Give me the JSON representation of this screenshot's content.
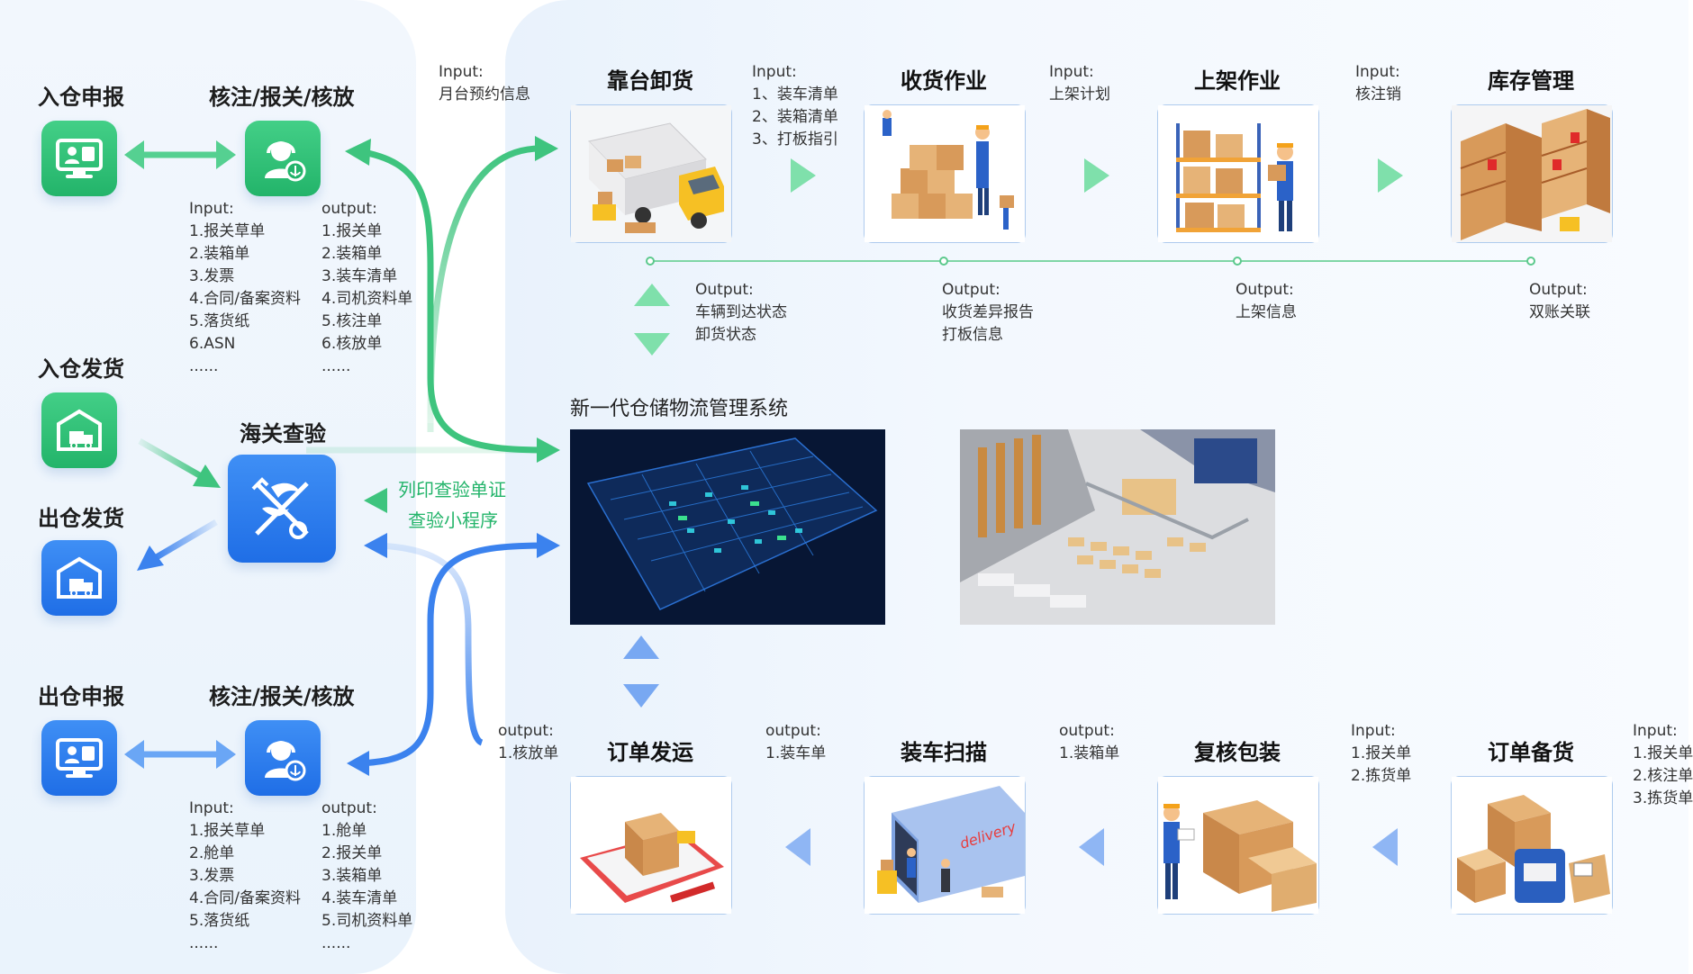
{
  "left": {
    "in_declare": "入仓申报",
    "check_top": "核注/报关/核放",
    "in_delivery": "入仓发货",
    "out_delivery": "出仓发货",
    "customs_inspection": "海关查验",
    "out_declare": "出仓申报",
    "check_bottom": "核注/报关/核放",
    "top_input": {
      "title": "Input:",
      "items": [
        "1.报关草单",
        "2.装箱单",
        "3.发票",
        "4.合同/备案资料",
        "5.落货纸",
        "6.ASN",
        "......"
      ]
    },
    "top_output": {
      "title": "output:",
      "items": [
        "1.报关单",
        "2.装箱单",
        "3.装车清单",
        "4.司机资料单",
        "5.核注单",
        "6.核放单",
        "......"
      ]
    },
    "bottom_input": {
      "title": "Input:",
      "items": [
        "1.报关草单",
        "2.舱单",
        "3.发票",
        "4.合同/备案资料",
        "5.落货纸",
        "......"
      ]
    },
    "bottom_output": {
      "title": "output:",
      "items": [
        "1.舱单",
        "2.报关单",
        "3.装箱单",
        "4.装车清单",
        "5.司机资料单",
        "......"
      ]
    }
  },
  "middle": {
    "print_cert": "列印查验单证",
    "mini_program": "查验小程序"
  },
  "top_flow": {
    "input_first": {
      "title": "Input:",
      "items": [
        "月台预约信息"
      ]
    },
    "steps": [
      {
        "title": "靠台卸货"
      },
      {
        "title": "收货作业"
      },
      {
        "title": "上架作业"
      },
      {
        "title": "库存管理"
      }
    ],
    "inputs": [
      {
        "title": "Input:",
        "items": [
          "1、装车清单",
          "2、装箱清单",
          "3、打板指引"
        ]
      },
      {
        "title": "Input:",
        "items": [
          "上架计划"
        ]
      },
      {
        "title": "Input:",
        "items": [
          "核注销"
        ]
      }
    ],
    "outputs": [
      {
        "title": "Output:",
        "items": [
          "车辆到达状态",
          "卸货状态"
        ]
      },
      {
        "title": "Output:",
        "items": [
          "收货差异报告",
          "打板信息"
        ]
      },
      {
        "title": "Output:",
        "items": [
          "上架信息"
        ]
      },
      {
        "title": "Output:",
        "items": [
          "双账关联"
        ]
      }
    ]
  },
  "system": {
    "title": "新一代仓储物流管理系统"
  },
  "bottom_flow": {
    "steps": [
      {
        "title": "订单发运",
        "note_title": "output:",
        "note_items": [
          "1.核放单"
        ]
      },
      {
        "title": "装车扫描",
        "note_title": "output:",
        "note_items": [
          "1.装车单"
        ]
      },
      {
        "title": "复核包装",
        "note_title": "output:",
        "note_items": [
          "1.装箱单"
        ]
      },
      {
        "title": "订单备货",
        "note_title": "Input:",
        "note_items": [
          "1.报关单",
          "2.拣货单"
        ]
      }
    ],
    "last_input": {
      "title": "Input:",
      "items": [
        "1.报关单",
        "2.核注单",
        "3.拣货单"
      ]
    },
    "truck_text": "delivery"
  },
  "colors": {
    "green": "#23b46a",
    "blue": "#2a78e6",
    "panel": "#eaf3fc"
  }
}
